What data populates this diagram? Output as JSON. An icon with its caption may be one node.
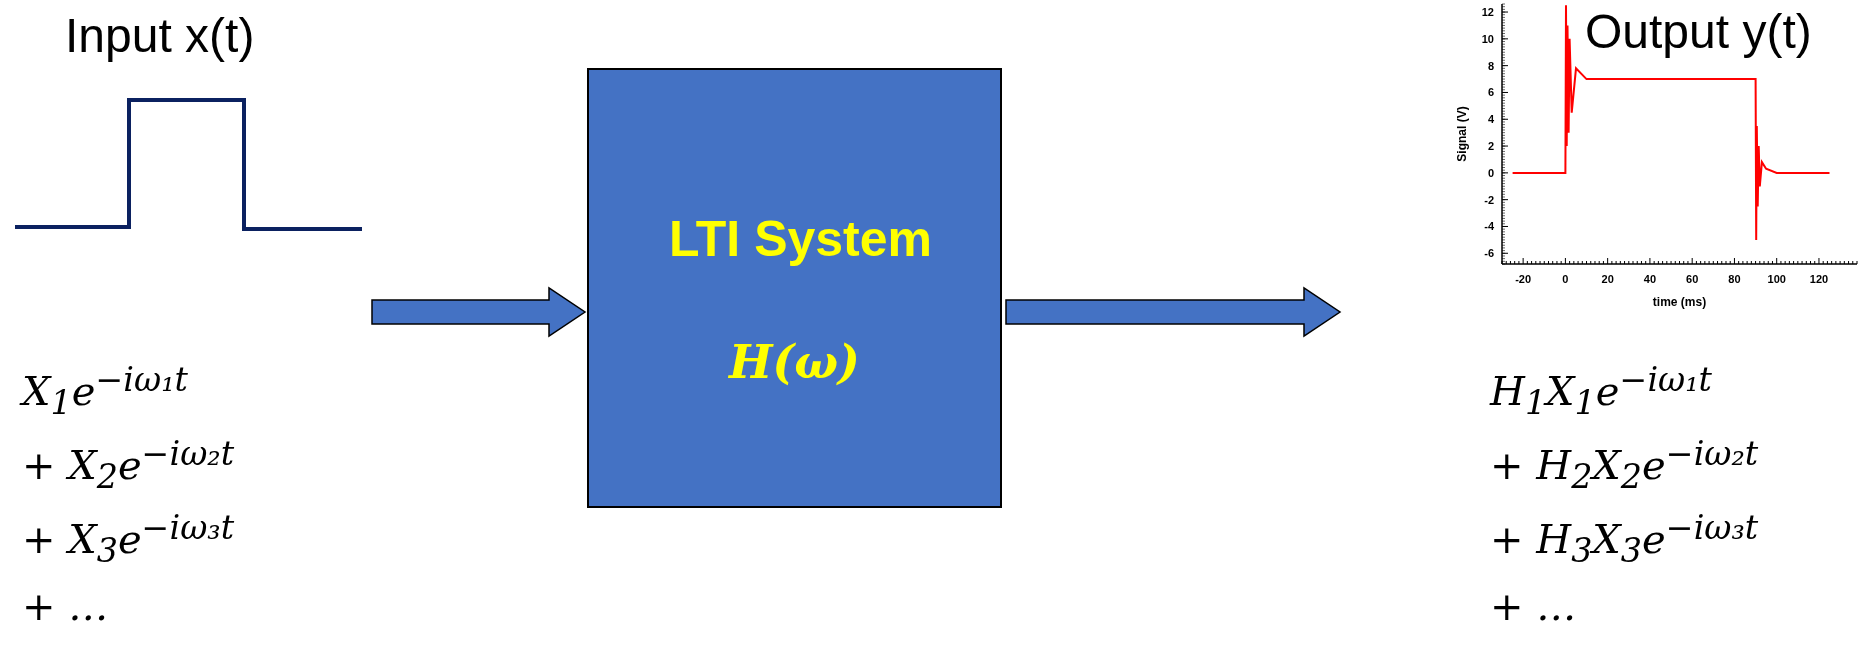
{
  "diagram": {
    "nodes": [
      {
        "text": [
          "Input x(t)",
          "X$_{1}$e$^{−iω₁t}$",
          "+ X$_{2}$e$^{−iω₂t}$",
          "+ X$_{3}$e$^{−iω₃t}$",
          "+ …"
        ]
      },
      {
        "text": [
          "LTI System",
          "H(ω)"
        ]
      },
      {
        "text": [
          "Output y(t)",
          "H$_{1}$X$_{1}$e$^{−iω₁t}$",
          "+ H$_{2}$X$_{2}$e$^{−iω₂t}$",
          "+ H$_{3}$X$_{3}$e$^{−iω₃t}$",
          "+ …"
        ]
      }
    ],
    "edges": [
      {
        "from": 0,
        "to": 1,
        "arrow": "to"
      },
      {
        "from": 1,
        "to": 2,
        "arrow": "to"
      }
    ],
    "chart_data": {
      "type": "line",
      "xlabel": "time (ms)",
      "ylabel": "Signal (V)",
      "x": [
        -25,
        0,
        0.3,
        0.6,
        1,
        1.5,
        2,
        3,
        5,
        10,
        90,
        90.3,
        90.6,
        91,
        91.5,
        92,
        93,
        95,
        100,
        125
      ],
      "series": [
        {
          "color": "#ff0000",
          "values": [
            0,
            0,
            12.5,
            2,
            11,
            3,
            10,
            4.5,
            7.8,
            7,
            7,
            -5,
            3.5,
            -2.5,
            2,
            -1,
            0.8,
            0.3,
            0,
            0
          ]
        }
      ],
      "xlim": [
        -30,
        138
      ],
      "ylim": [
        -6.8,
        12.6
      ],
      "xticks": [
        -20,
        0,
        20,
        40,
        60,
        80,
        100,
        120
      ],
      "yticks": [
        -6,
        -4,
        -2,
        0,
        2,
        4,
        6,
        8,
        10,
        12
      ]
    }
  }
}
